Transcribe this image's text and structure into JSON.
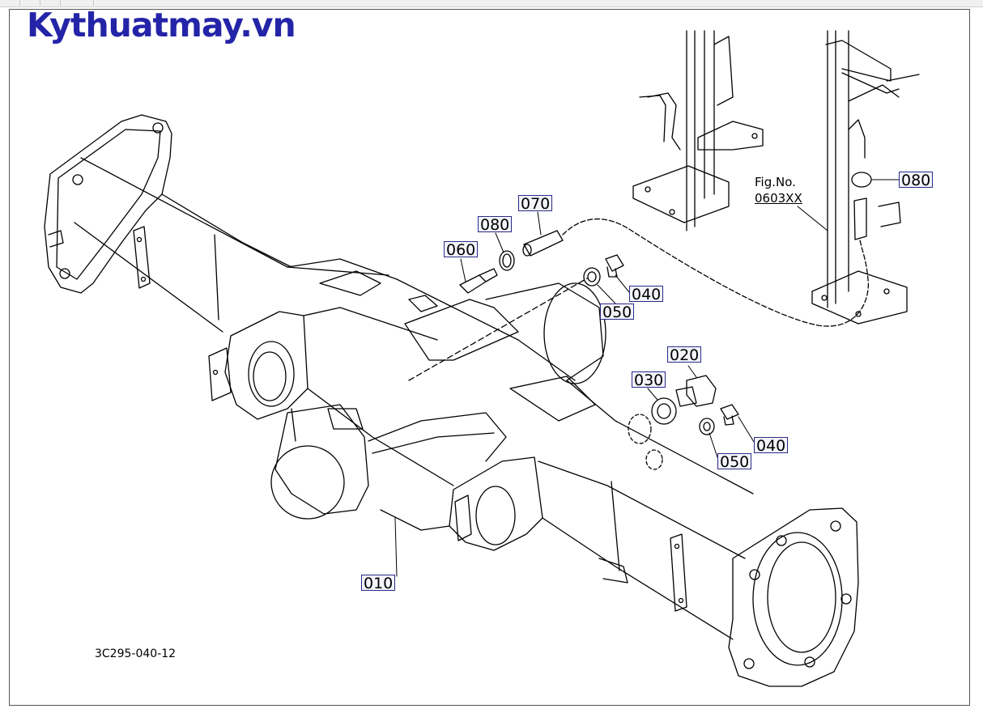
{
  "brand": "Kythuatmay.vn",
  "figure_ref": {
    "label": "Fig.No.",
    "number": "0603XX"
  },
  "drawing_code": "3C295-040-12",
  "callouts": {
    "c010": "010",
    "c020": "020",
    "c030": "030",
    "c040a": "040",
    "c040b": "040",
    "c050a": "050",
    "c050b": "050",
    "c060": "060",
    "c070": "070",
    "c080a": "080",
    "c080b": "080"
  },
  "colors": {
    "brand": "#2424a8",
    "callout_border": "#2a2a8a",
    "line": "#000000"
  }
}
